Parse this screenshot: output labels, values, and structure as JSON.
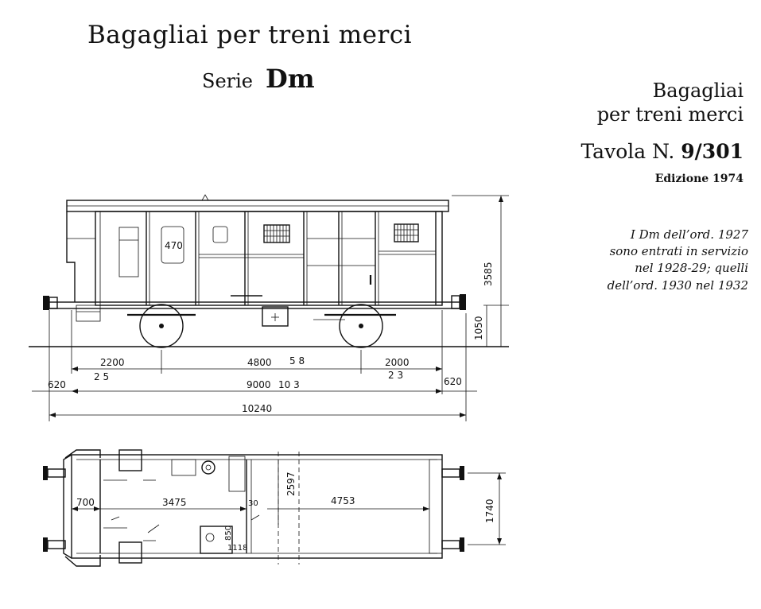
{
  "title": "Bagagliai per treni merci",
  "serie_label": "Serie",
  "serie_code": "Dm",
  "right_title_line1": "Bagagliai",
  "right_title_line2": "per treni merci",
  "tavola_label": "Tavola N.",
  "tavola_number": "9/301",
  "edizione": "Edizione 1974",
  "note": [
    "I Dm dell’ord. 1927",
    "sono entrati in servizio",
    "nel 1928-29; quelli",
    "dell’ord. 1930 nel 1932"
  ],
  "side_view": {
    "dims": {
      "door_window": "470",
      "total_height": "3585",
      "floor_height": "1050",
      "left_overhang": "2200",
      "left_overhang_note": "2 5",
      "wheelbase_part": "4800",
      "wheelbase_part_note": "5 8",
      "right_overhang": "2000",
      "right_overhang_note": "2 3",
      "buffer_left": "620",
      "wheelbase": "9000",
      "wheelbase_note": "10 3",
      "buffer_right": "620",
      "length_over_buffers": "10240"
    }
  },
  "plan_view": {
    "dims": {
      "d700": "700",
      "d3475": "3475",
      "d30": "30",
      "d2597": "2597",
      "d4753": "4753",
      "d850": "850",
      "d1118": "1118",
      "buffer_centers": "1740"
    }
  }
}
